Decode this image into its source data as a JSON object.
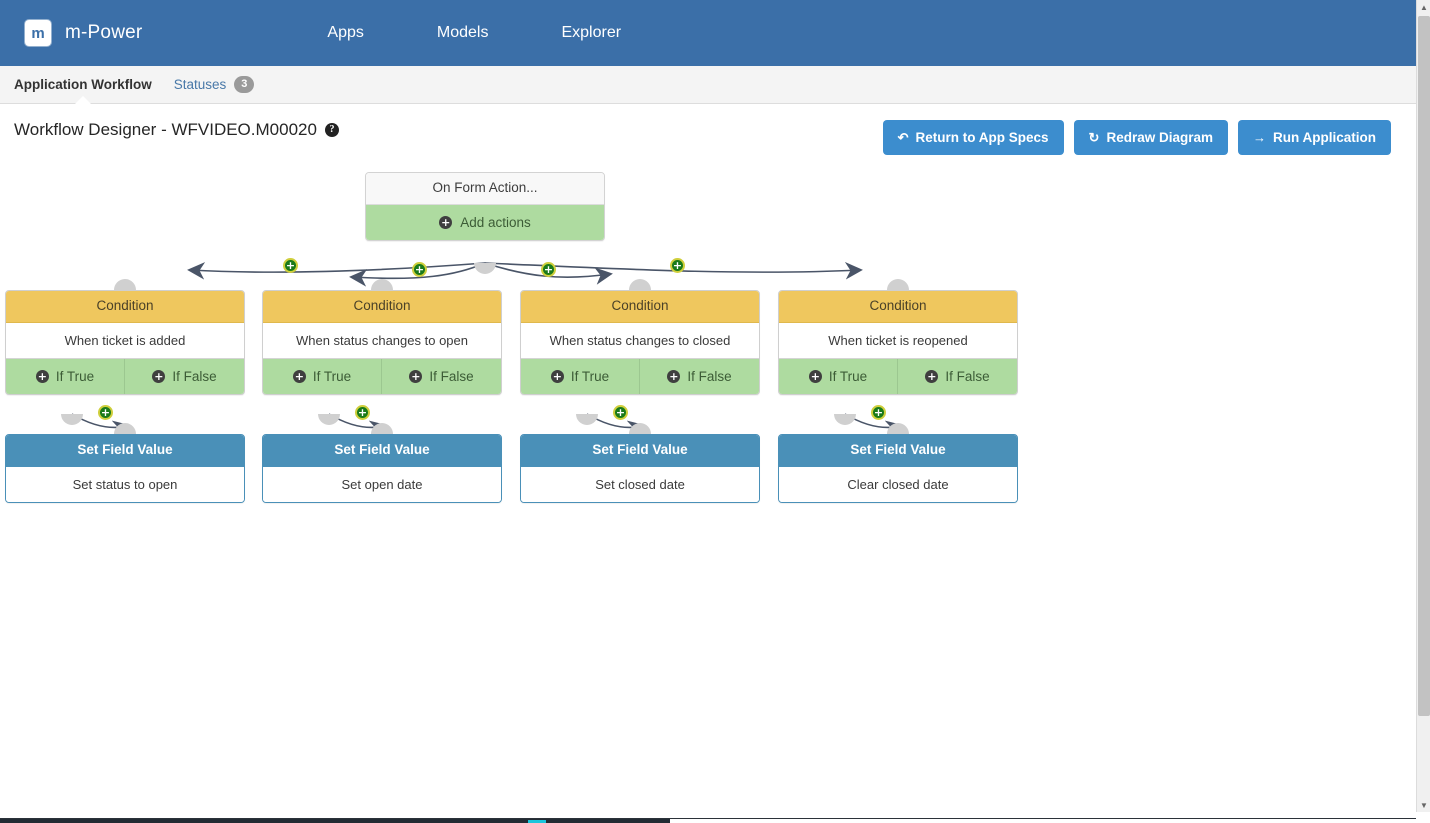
{
  "navbar": {
    "logo_glyph": "m",
    "brand": "m-Power",
    "links": [
      {
        "label": "Apps"
      },
      {
        "label": "Models"
      },
      {
        "label": "Explorer"
      }
    ]
  },
  "tabbar": {
    "tabs": [
      {
        "label": "Application Workflow",
        "active": true,
        "badge": ""
      },
      {
        "label": "Statuses",
        "active": false,
        "badge": "3"
      }
    ]
  },
  "page": {
    "title": "Workflow Designer - WFVIDEO.M00020",
    "help_icon": "?",
    "actions": [
      {
        "label": "Return to App Specs",
        "icon": "↶",
        "icon_name": "undo-arrow-icon"
      },
      {
        "label": "Redraw Diagram",
        "icon": "↻",
        "icon_name": "refresh-icon"
      },
      {
        "label": "Run Application",
        "icon": "→",
        "icon_name": "arrow-right-icon"
      }
    ]
  },
  "diagram": {
    "root": {
      "title": "On Form Action...",
      "add_label": "Add actions",
      "add_icon": "+"
    },
    "branch_true_label": "If True",
    "branch_false_label": "If False",
    "branch_icon": "+",
    "edge_plus_icon": "+",
    "columns": [
      {
        "condition": {
          "header": "Condition",
          "body": "When ticket is added"
        },
        "action": {
          "header": "Set Field Value",
          "body": "Set status to open"
        }
      },
      {
        "condition": {
          "header": "Condition",
          "body": "When status changes to open"
        },
        "action": {
          "header": "Set Field Value",
          "body": "Set open date"
        }
      },
      {
        "condition": {
          "header": "Condition",
          "body": "When status changes to closed"
        },
        "action": {
          "header": "Set Field Value",
          "body": "Set closed date"
        }
      },
      {
        "condition": {
          "header": "Condition",
          "body": "When ticket is reopened"
        },
        "action": {
          "header": "Set Field Value",
          "body": "Clear closed date"
        }
      }
    ]
  },
  "colors": {
    "navbar": "#3B6FA8",
    "button": "#3C8DCE",
    "condition_header": "#EFC75E",
    "branch_green": "#AEDBA0",
    "action_header": "#4A90B8",
    "edge_stroke": "#4A5568",
    "plus_badge": "#1a7a1a"
  },
  "scrollbar": {
    "up_arrow": "▲",
    "down_arrow": "▼"
  }
}
